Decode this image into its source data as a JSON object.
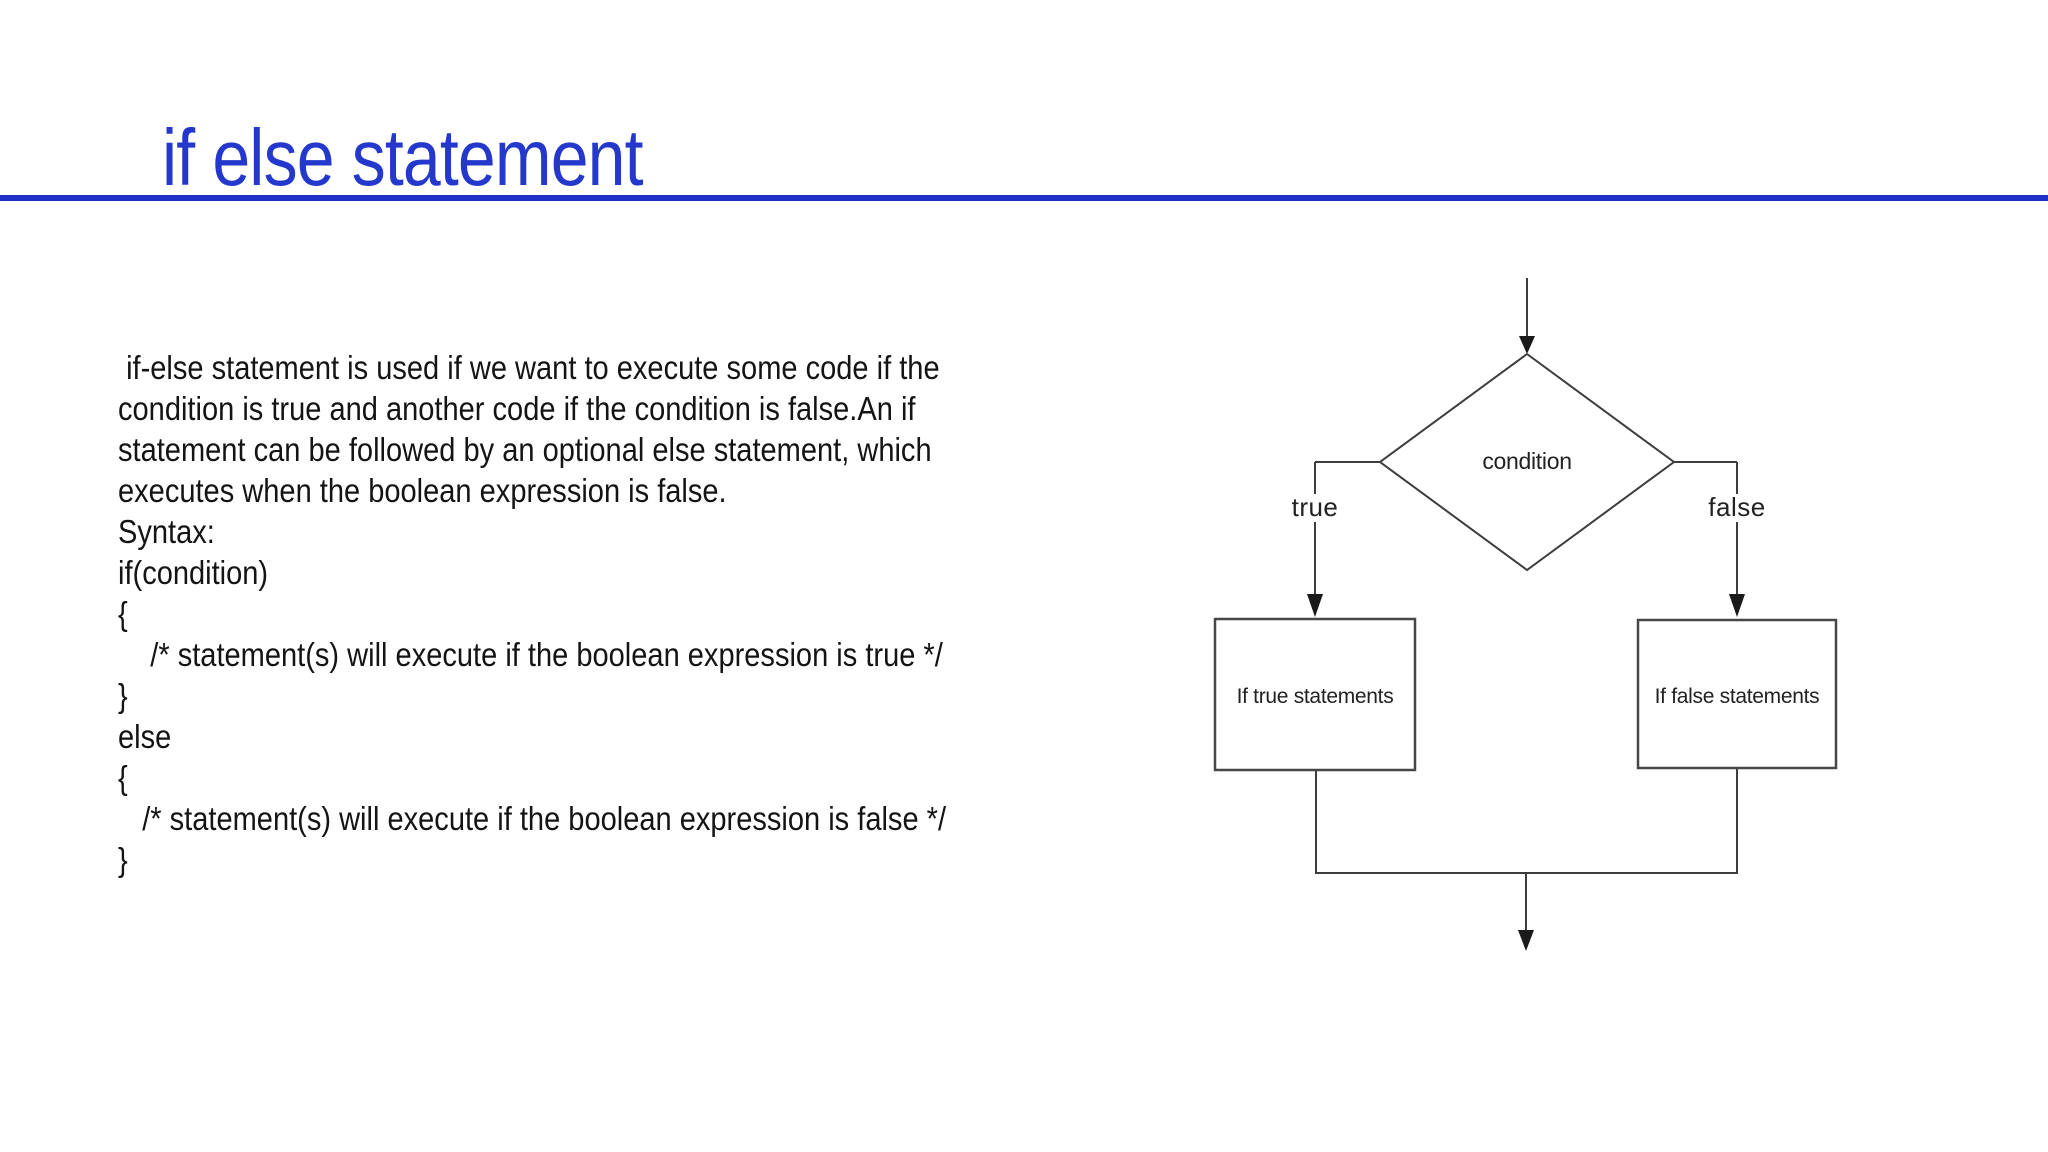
{
  "slide": {
    "title": "if else statement",
    "body_lines": [
      " if-else statement is used if we want to execute some code if the",
      "condition is true and another code if the condition is false.An if",
      "statement can be followed by an optional else statement, which",
      "executes when the boolean expression is false.",
      "Syntax:",
      "if(condition)",
      "{",
      "    /* statement(s) will execute if the boolean expression is true */",
      "}",
      "else",
      "{",
      "   /* statement(s) will execute if the boolean expression is false */",
      "}"
    ],
    "colors": {
      "title": "#2438cb",
      "rule": "#1d32c4",
      "body_text": "#141414",
      "flow_line": "#3d3d3d"
    }
  },
  "flowchart": {
    "condition_label": "condition",
    "true_branch_label": "true",
    "false_branch_label": "false",
    "true_box_label": "If true statements",
    "false_box_label": "If false statements"
  }
}
